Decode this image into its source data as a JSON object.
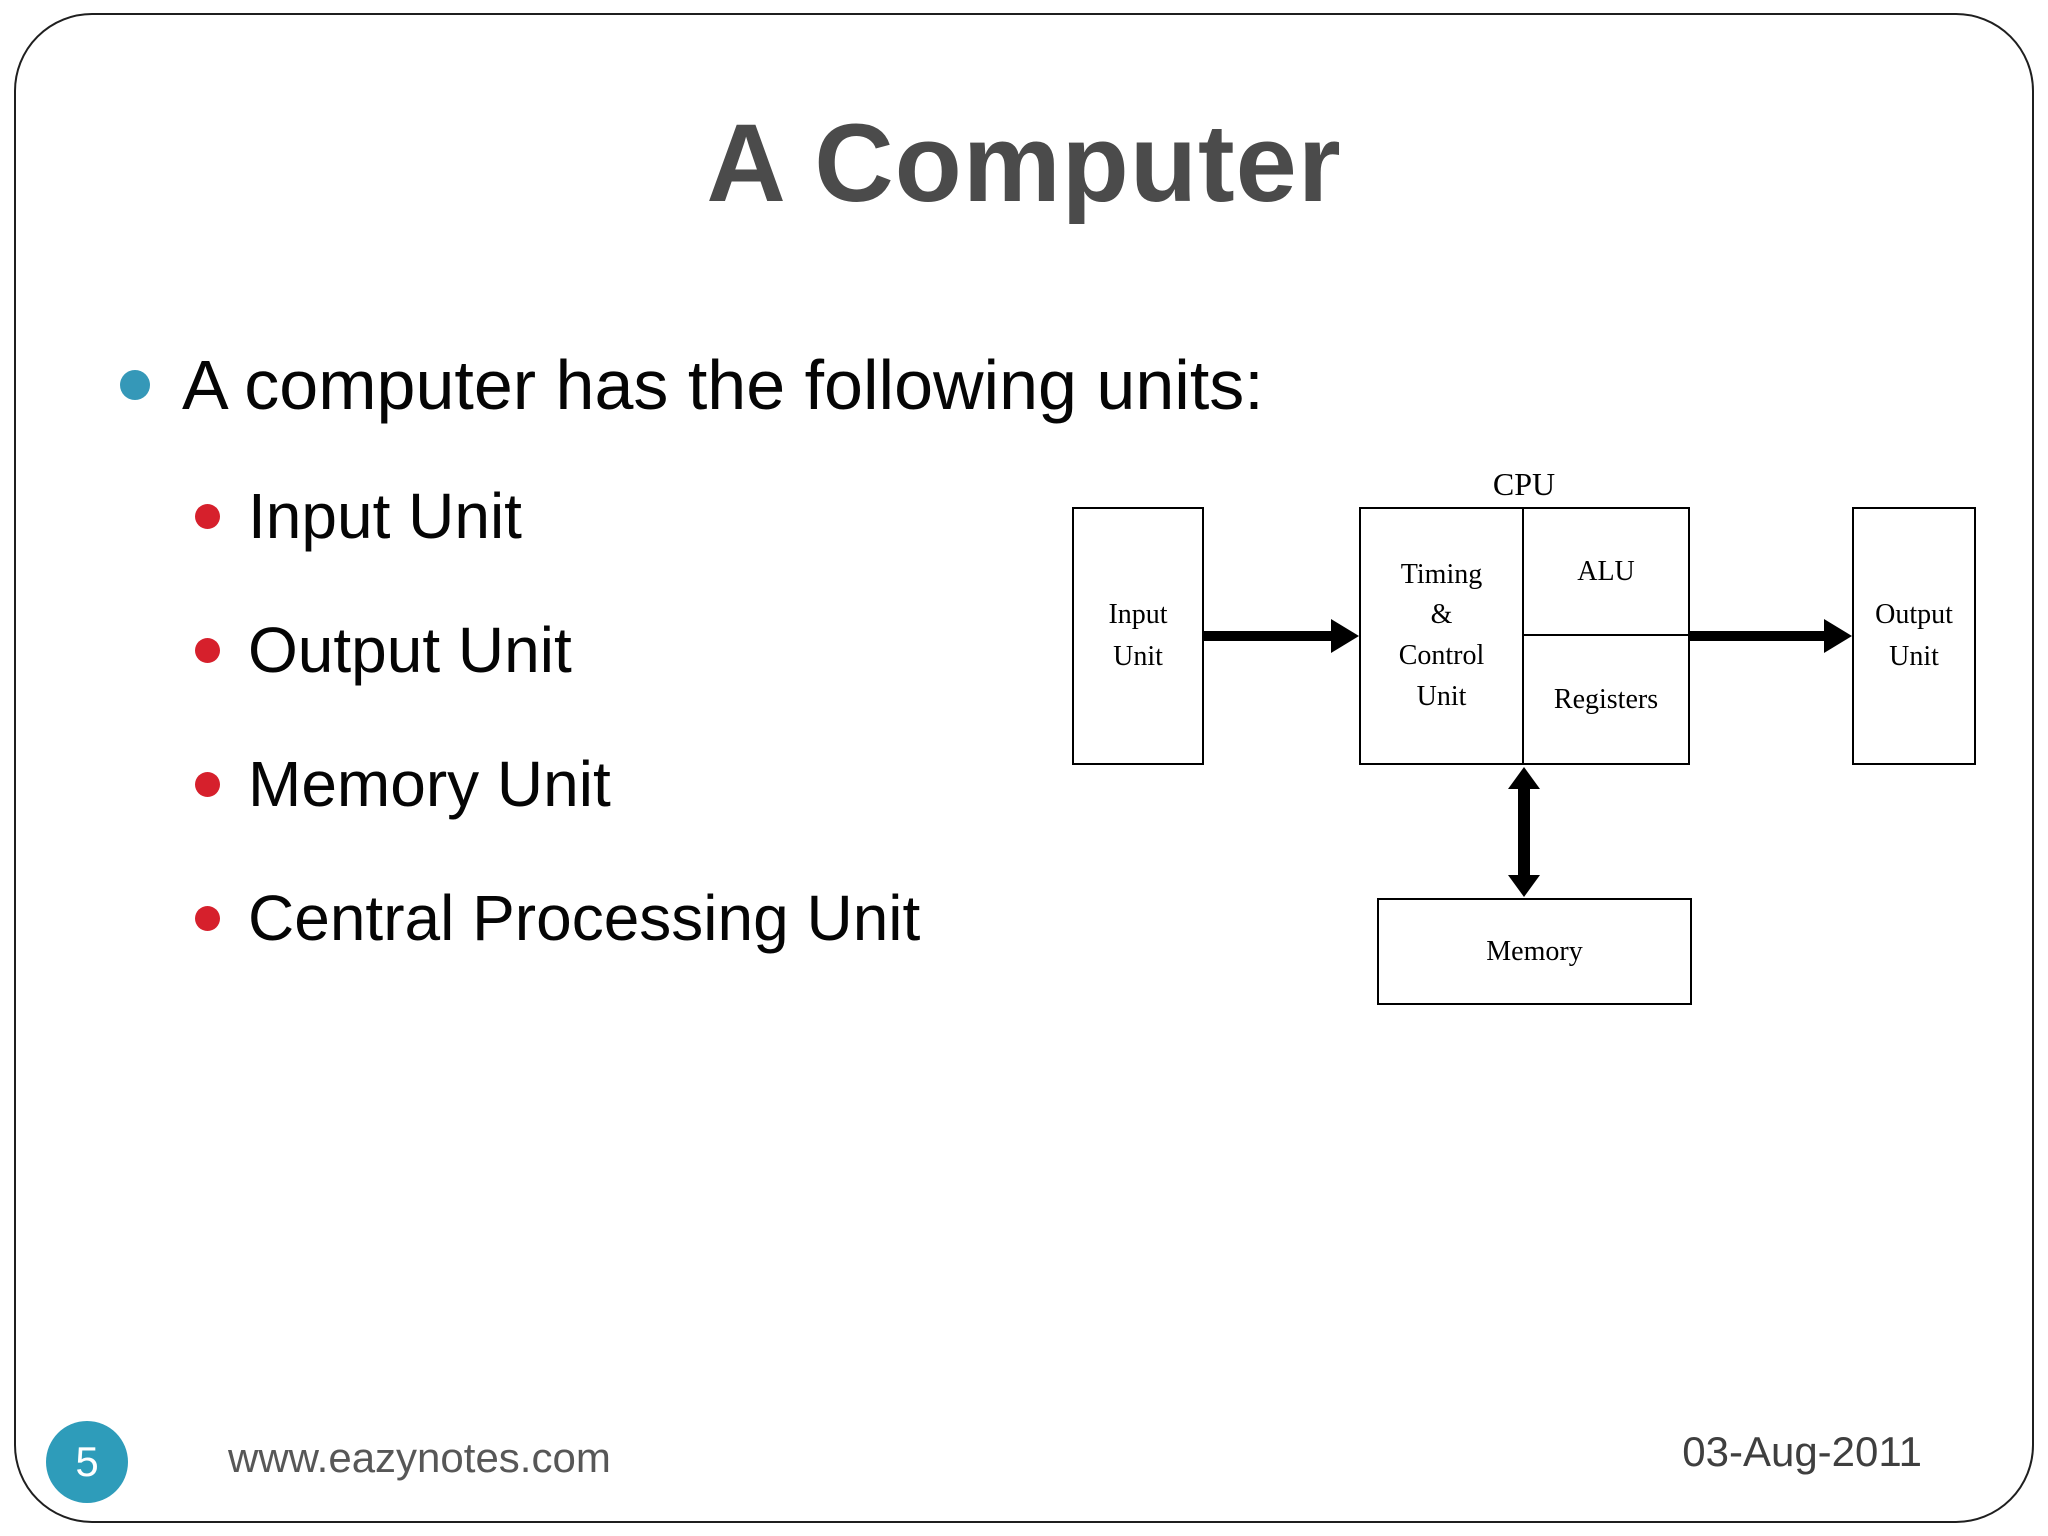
{
  "slide": {
    "title": "A Computer",
    "bullet_main": "A computer has the following units:",
    "bullets_sub": [
      "Input Unit",
      "Output Unit",
      "Memory Unit",
      "Central Processing Unit"
    ],
    "footer": {
      "page_number": "5",
      "website": "www.eazynotes.com",
      "date": "03-Aug-2011"
    },
    "colors": {
      "title_text": "#4b4b4b",
      "body_text": "#050505",
      "main_bullet_dot": "#3598b8",
      "sub_bullet_dot": "#d6202c",
      "page_circle": "#2e9cba",
      "footer_text": "#575757",
      "date_text": "#3f3f3f",
      "diagram_lines": "#000000"
    }
  },
  "diagram": {
    "cpu_caption": "CPU",
    "boxes": {
      "input_unit": [
        "Input",
        "Unit"
      ],
      "timing_control": [
        "Timing",
        "&",
        "Control",
        "Unit"
      ],
      "alu": "ALU",
      "registers": "Registers",
      "output_unit": [
        "Output",
        "Unit"
      ],
      "memory": "Memory"
    }
  }
}
